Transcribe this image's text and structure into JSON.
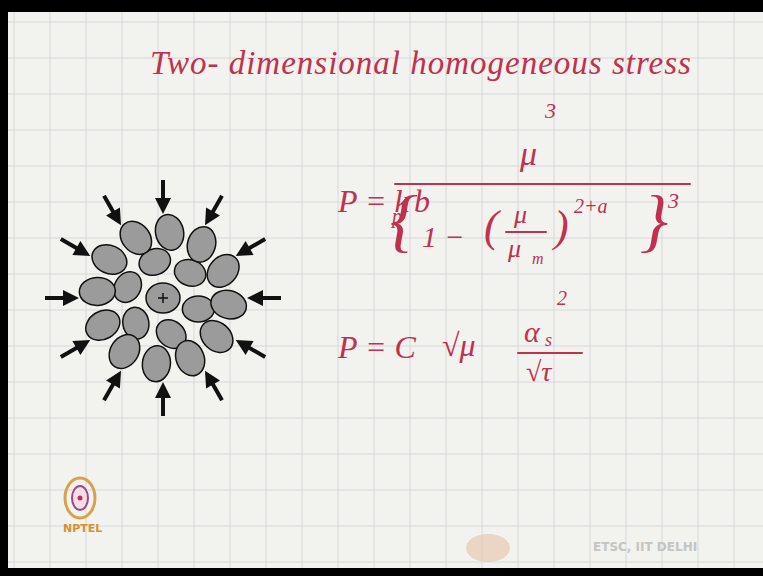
{
  "diagram": {
    "title": "Two- dimensional homogeneous stress",
    "labels": [
      "P = k",
      "p",
      "b",
      "μ",
      "3",
      "{",
      "1 −",
      "(",
      "μ",
      "μ",
      "m",
      ")",
      "2+a",
      "}",
      "3",
      "P = C",
      "√μ",
      "α",
      "s",
      "2",
      "√τ",
      "NPTEL",
      "ETSC, IIT DELHI"
    ]
  }
}
